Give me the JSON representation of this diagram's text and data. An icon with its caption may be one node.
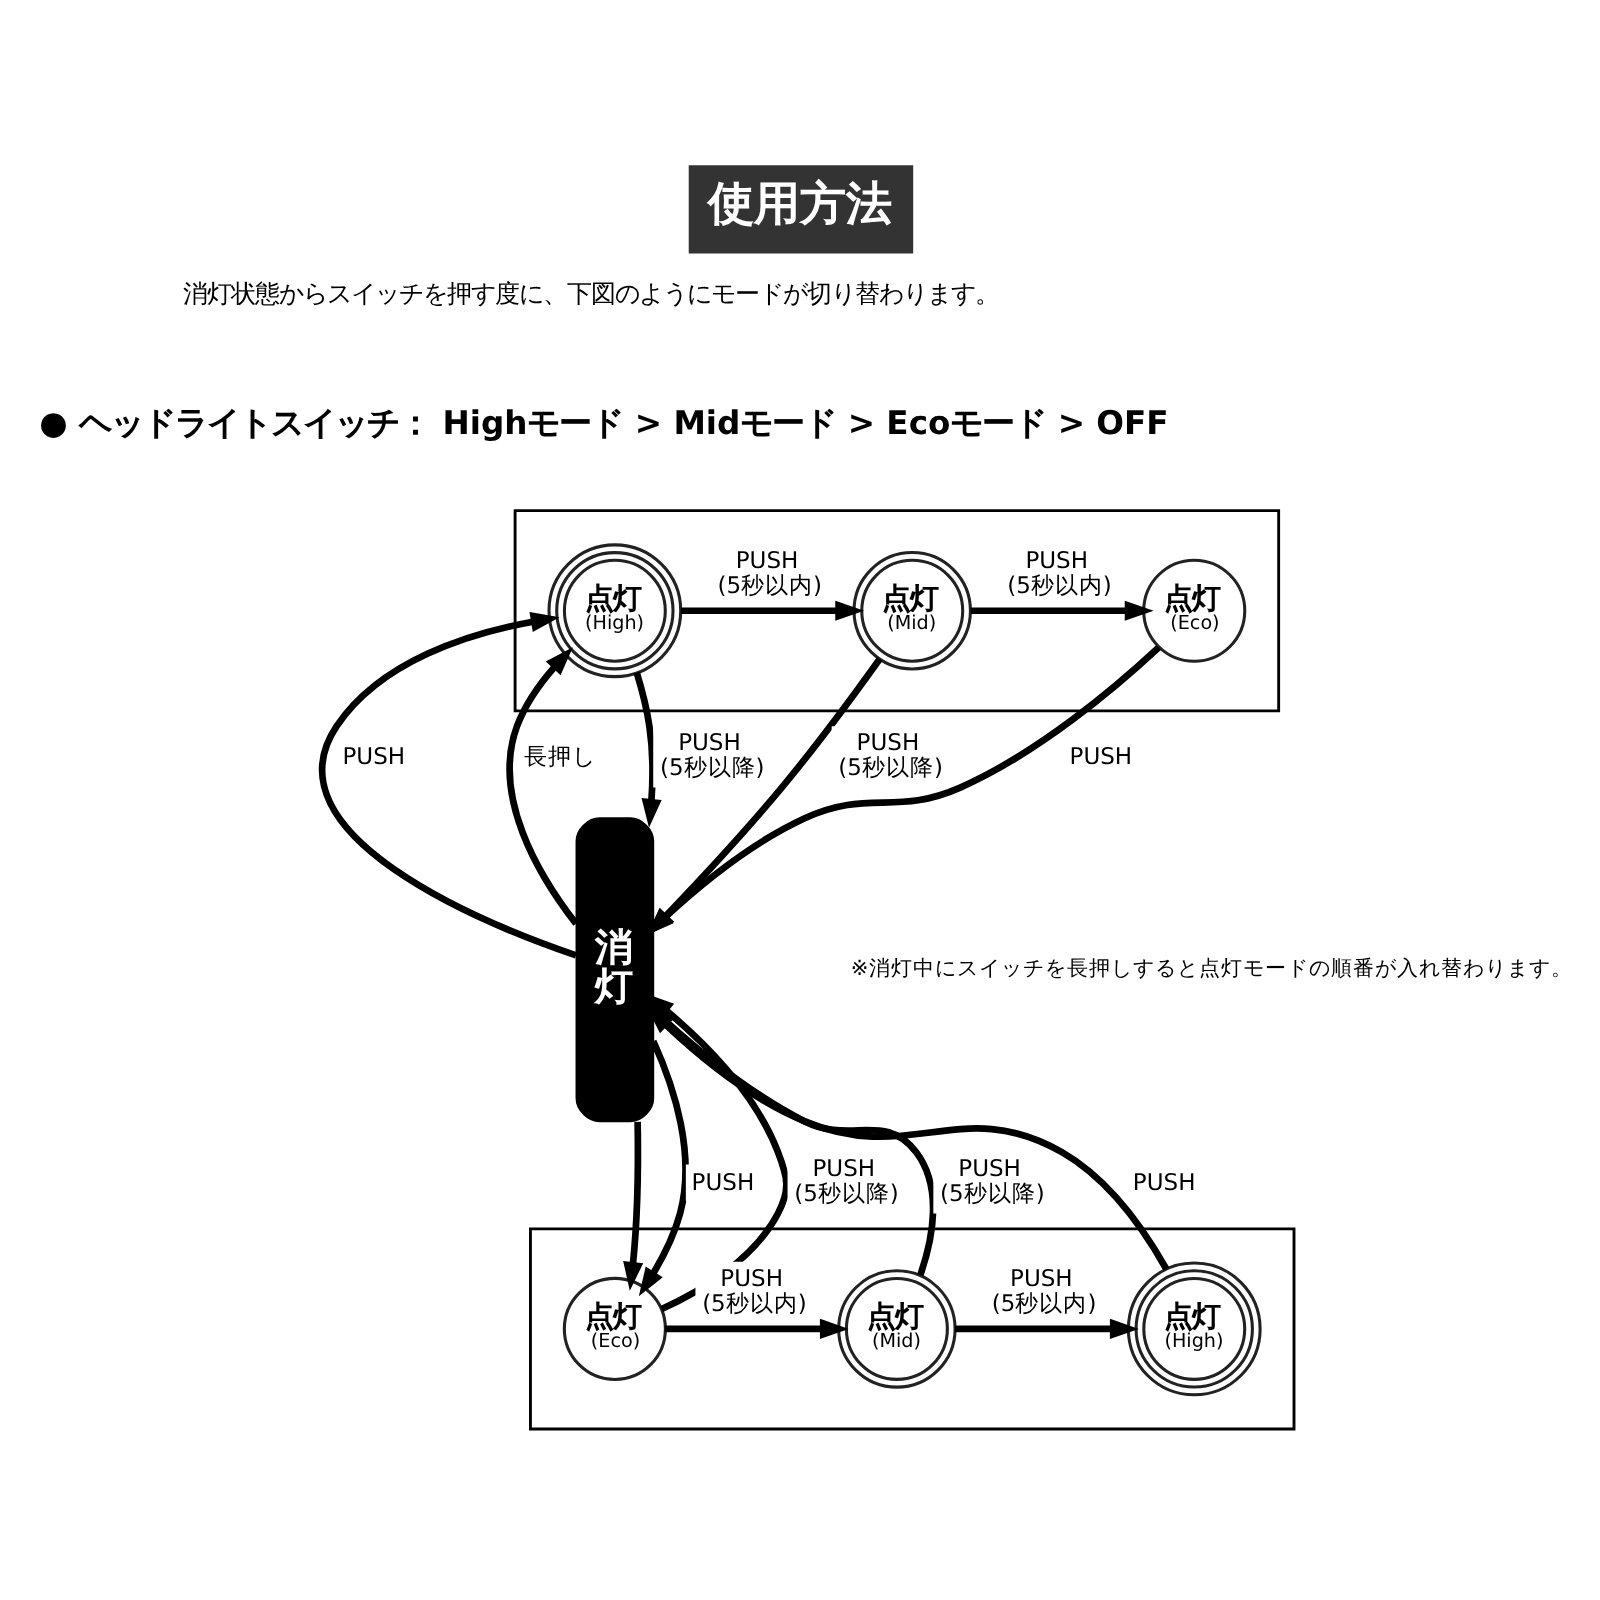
{
  "diagram": {
    "title": "使用方法",
    "nodes": [
      {
        "text": [
          "消灯"
        ]
      },
      {
        "text": [],
        "shape": "box"
      },
      {
        "text": [
          "点灯",
          "(High)"
        ],
        "in": 1
      },
      {
        "text": [
          "点灯",
          "(Mid)"
        ],
        "in": 1
      },
      {
        "text": [
          "点灯",
          "(Eco)"
        ],
        "in": 1
      },
      {
        "text": [],
        "shape": "box"
      },
      {
        "text": [
          "点灯",
          "(Eco)"
        ],
        "in": 5
      },
      {
        "text": [
          "点灯",
          "(Mid)"
        ],
        "in": 5
      },
      {
        "text": [
          "点灯",
          "(High)"
        ],
        "in": 5
      }
    ],
    "edges": [
      {
        "from": 2,
        "to": 0,
        "arrow": "to",
        "label": "PUSH (5秒以降)"
      },
      {
        "from": 3,
        "to": 0,
        "arrow": "to",
        "label": "PUSH (5秒以降)"
      },
      {
        "from": 4,
        "to": 0,
        "arrow": "to",
        "label": "PUSH"
      },
      {
        "from": 0,
        "to": 2,
        "arrow": "to",
        "label": "PUSH"
      },
      {
        "from": 2,
        "to": 3,
        "arrow": "to",
        "label": "PUSH (5秒以内)"
      },
      {
        "from": 3,
        "to": 4,
        "arrow": "to",
        "label": "PUSH (5秒以内)"
      },
      {
        "from": 0,
        "to": 2,
        "arrow": "to",
        "label": "長押し"
      },
      {
        "from": 0,
        "to": 6,
        "arrow": "to"
      },
      {
        "from": 0,
        "to": 6,
        "arrow": "to",
        "label": "PUSH"
      },
      {
        "from": 6,
        "to": 7,
        "arrow": "to",
        "label": "PUSH (5秒以内)"
      },
      {
        "from": 7,
        "to": 8,
        "arrow": "to",
        "label": "PUSH (5秒以内)"
      },
      {
        "from": 6,
        "to": 0,
        "arrow": "to",
        "label": "PUSH (5秒以降)"
      },
      {
        "from": 7,
        "to": 0,
        "arrow": "to",
        "label": "PUSH (5秒以降)"
      },
      {
        "from": 8,
        "to": 0,
        "arrow": "to",
        "label": "PUSH"
      }
    ],
    "labels": [
      "消灯状態からスイッチを押す度に、下図のようにモードが切り替わります。",
      "● ヘッドライトスイッチ： Highモード > Midモード > Ecoモード > OFF",
      "※消灯中にスイッチを長押しすると点灯モードの順番が入れ替わります。"
    ]
  }
}
